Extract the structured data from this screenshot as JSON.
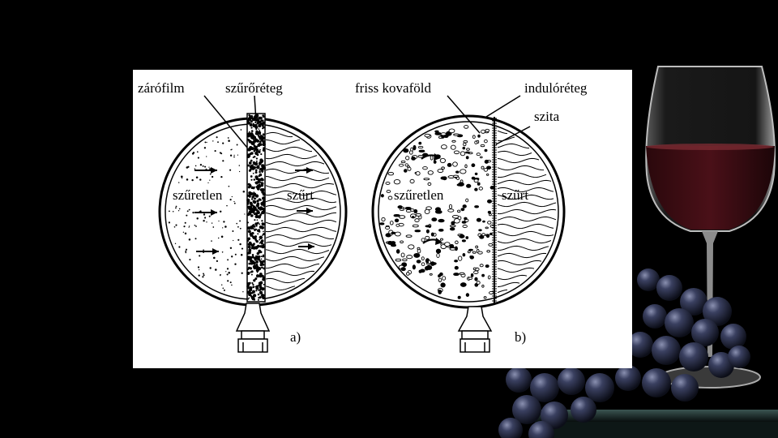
{
  "slide": {
    "background_color": "#000000",
    "panel_color": "#ffffff",
    "wine_color": "#3a0c12",
    "grape_color": "#2a2f48"
  },
  "diagram_a": {
    "label_film": "zárófilm",
    "label_layer": "szűrőréteg",
    "label_unfiltered": "szűretlen",
    "label_filtered": "szűrt",
    "caption": "a)"
  },
  "diagram_b": {
    "label_diatomite": "friss kovaföld",
    "label_start_layer": "indulóréteg",
    "label_sieve": "szita",
    "label_unfiltered": "szűretlen",
    "label_filtered": "szűrt",
    "caption": "b)"
  }
}
